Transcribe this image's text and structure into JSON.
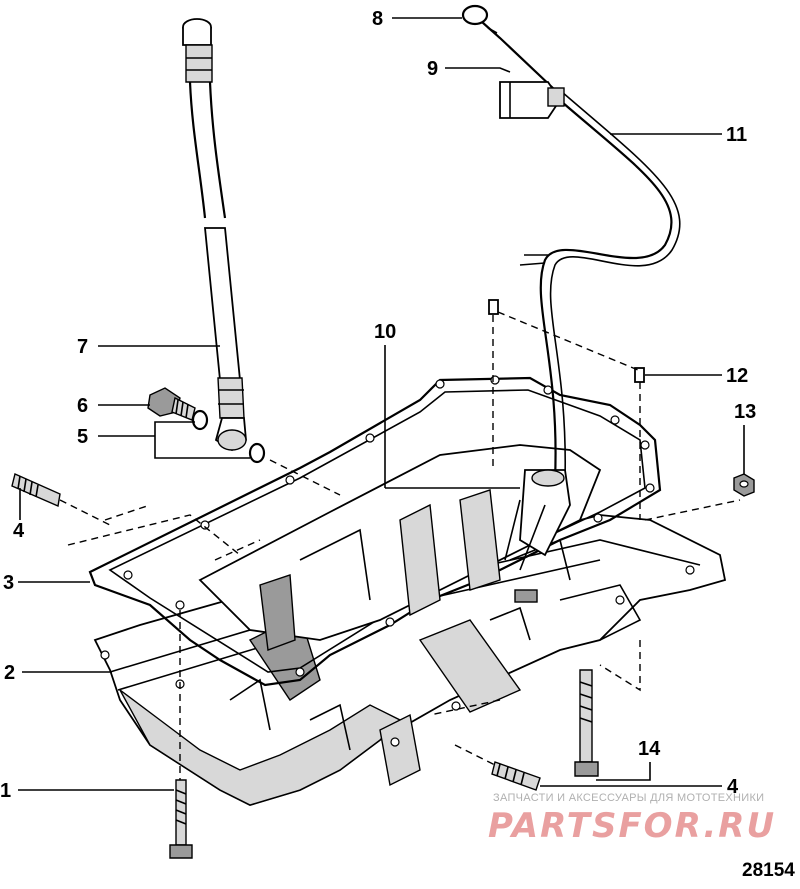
{
  "callouts": {
    "c1": "1",
    "c2": "2",
    "c3": "3",
    "c4a": "4",
    "c4b": "4",
    "c5": "5",
    "c6": "6",
    "c7": "7",
    "c8": "8",
    "c9": "9",
    "c10": "10",
    "c11": "11",
    "c12": "12",
    "c13": "13",
    "c14": "14"
  },
  "figure_number": "28154",
  "watermark": {
    "subtitle": "ЗАПЧАСТИ И АКСЕССУАРЫ ДЛЯ МОТОТЕХНИКИ",
    "logo": "PARTSFOR.RU"
  }
}
